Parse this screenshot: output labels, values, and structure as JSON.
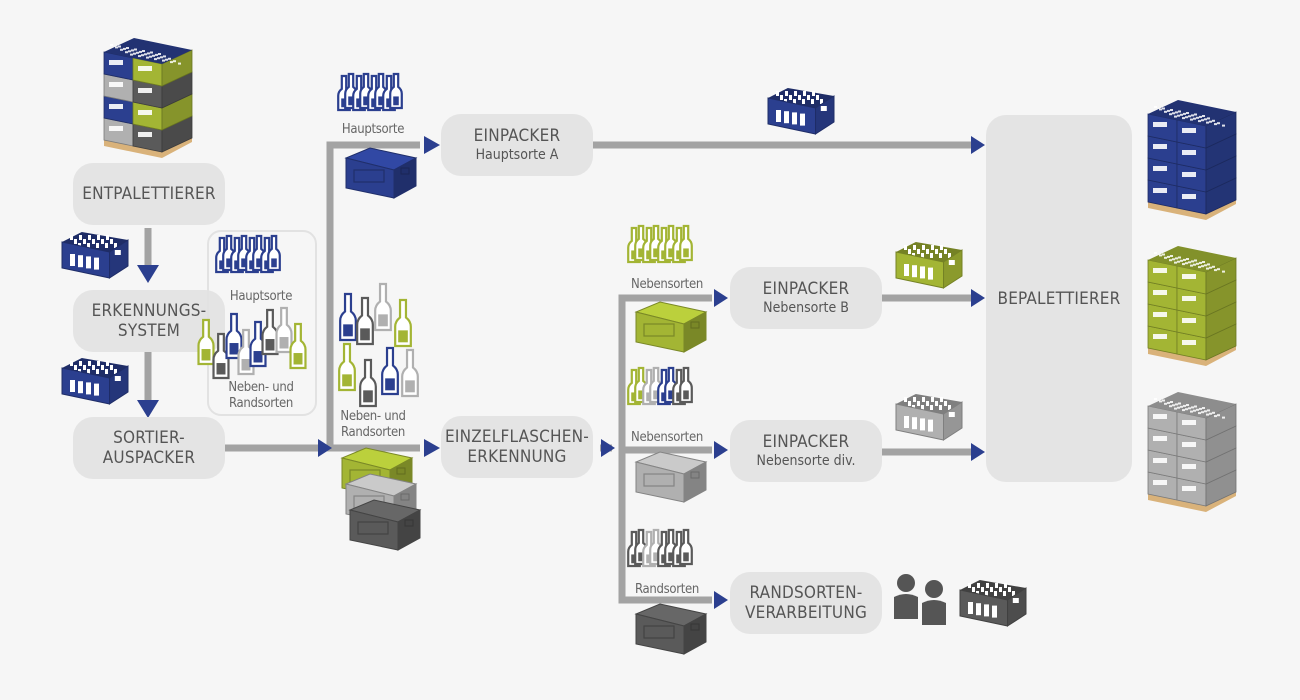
{
  "colors": {
    "blue": "#2b3f8f",
    "green": "#a3b534",
    "light_gray": "#b0b0b0",
    "dark_gray": "#5a5a5a",
    "line": "#a3a3a3",
    "box": "#e4e4e4",
    "text": "#555555",
    "pallet_wood": "#d9b27a"
  },
  "boxes": {
    "entpalettierer": {
      "line1": "ENTPALETTIERER"
    },
    "erkennungssystem": {
      "line1": "ERKENNUNGS-",
      "line2": "SYSTEM"
    },
    "sortier_auspacker": {
      "line1": "SORTIER-",
      "line2": "AUSPACKER"
    },
    "einpacker_a": {
      "line1": "EINPACKER",
      "line2": "Hauptsorte A"
    },
    "einzelflaschen": {
      "line1": "EINZELFLASCHEN-",
      "line2": "ERKENNUNG"
    },
    "einpacker_b": {
      "line1": "EINPACKER",
      "line2": "Nebensorte B"
    },
    "einpacker_div": {
      "line1": "EINPACKER",
      "line2": "Nebensorte div."
    },
    "randsorten": {
      "line1": "RANDSORTEN-",
      "line2": "VERARBEITUNG"
    },
    "bepalettierer": {
      "line1": "BEPALETTIERER"
    }
  },
  "labels": {
    "legend_hauptsorte": "Hauptsorte",
    "legend_neben_1": "Neben- und",
    "legend_neben_2": "Randsorten",
    "branch_hauptsorte": "Hauptsorte",
    "branch_neben_1": "Neben- und",
    "branch_neben_2": "Randsorten",
    "nebensorten_b": "Nebensorten",
    "nebensorten_div": "Nebensorten",
    "randsorten": "Randsorten"
  },
  "icons": {
    "mixed_pallet": "mixed-pallet-icon",
    "crate": "bottle-crate-icon",
    "bottles": "bottle-group-icon",
    "box": "closed-crate-icon",
    "workers": "workers-icon",
    "pallet": "pallet-icon"
  }
}
